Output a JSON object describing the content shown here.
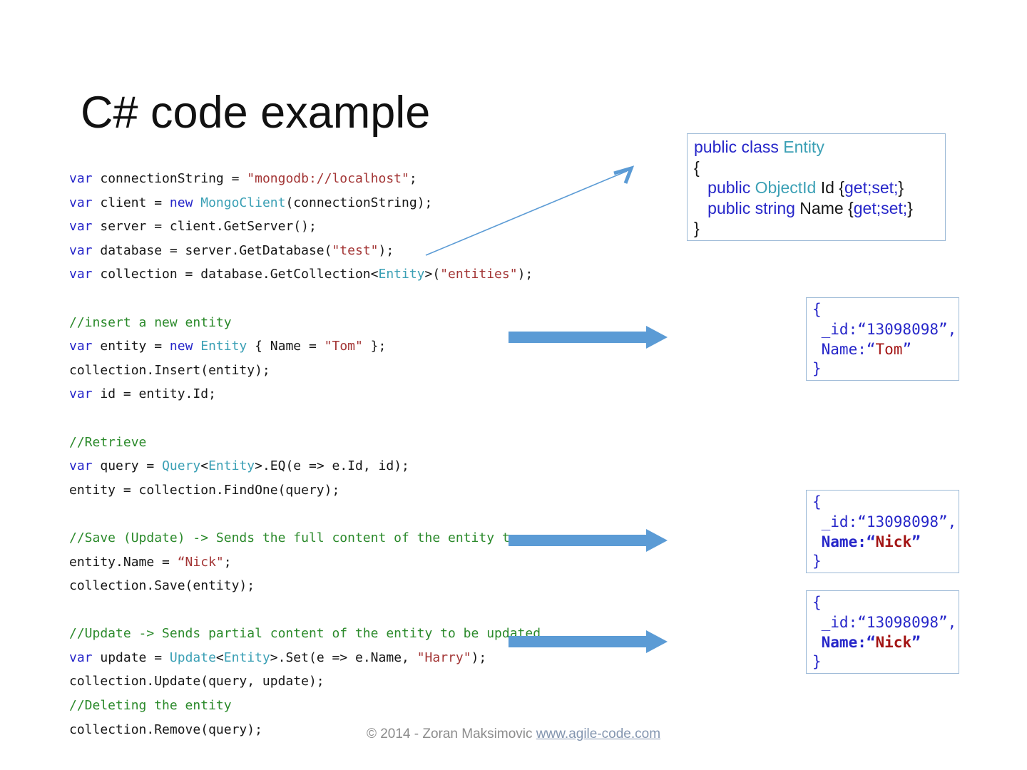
{
  "title": "C# code example",
  "footer": {
    "copyright": "© 2014 - Zoran Maksimovic ",
    "link": "www.agile-code.com"
  },
  "colors": {
    "arrow_blue": "#5B9BD5",
    "box_border_blue": "#9DBAD7",
    "keyword_blue": "#2626C9",
    "type_teal": "#3BA0B5",
    "string_red": "#A33535",
    "comment_green": "#2B8A2B",
    "json_value_red": "#A31515",
    "footer_gray": "#8C8C8C",
    "link_blue_gray": "#8496B0"
  },
  "icons": {
    "entity_pointer_arrow": "thin-line-arrow-up-right",
    "insert_arrow": "thick-right-arrow",
    "save_arrow": "thick-right-arrow",
    "update_arrow": "thick-right-arrow"
  },
  "code_main": {
    "lines": [
      [
        [
          "k",
          "var"
        ],
        [
          "p",
          " connectionString = "
        ],
        [
          "s",
          "\"mongodb://localhost\""
        ],
        [
          "p",
          ";"
        ]
      ],
      [
        [
          "k",
          "var"
        ],
        [
          "p",
          " client = "
        ],
        [
          "k",
          "new"
        ],
        [
          "p",
          " "
        ],
        [
          "t",
          "MongoClient"
        ],
        [
          "p",
          "(connectionString);"
        ]
      ],
      [
        [
          "k",
          "var"
        ],
        [
          "p",
          " server = client.GetServer();"
        ]
      ],
      [
        [
          "k",
          "var"
        ],
        [
          "p",
          " database = server.GetDatabase("
        ],
        [
          "s",
          "\"test\""
        ],
        [
          "p",
          ");"
        ]
      ],
      [
        [
          "k",
          "var"
        ],
        [
          "p",
          " collection = database.GetCollection<"
        ],
        [
          "t",
          "Entity"
        ],
        [
          "p",
          ">("
        ],
        [
          "s",
          "\"entities\""
        ],
        [
          "p",
          ");"
        ]
      ],
      [],
      [
        [
          "c",
          "//insert a new entity"
        ]
      ],
      [
        [
          "k",
          "var"
        ],
        [
          "p",
          " entity = "
        ],
        [
          "k",
          "new"
        ],
        [
          "p",
          " "
        ],
        [
          "t",
          "Entity"
        ],
        [
          "p",
          " { Name = "
        ],
        [
          "s",
          "\"Tom\""
        ],
        [
          "p",
          " };"
        ]
      ],
      [
        [
          "p",
          "collection.Insert(entity);"
        ]
      ],
      [
        [
          "k",
          "var"
        ],
        [
          "p",
          " id = entity.Id;"
        ]
      ],
      [],
      [
        [
          "c",
          "//Retrieve"
        ]
      ],
      [
        [
          "k",
          "var"
        ],
        [
          "p",
          " query = "
        ],
        [
          "t",
          "Query"
        ],
        [
          "p",
          "<"
        ],
        [
          "t",
          "Entity"
        ],
        [
          "p",
          ">.EQ(e => e.Id, id);"
        ]
      ],
      [
        [
          "p",
          "entity = collection.FindOne(query);"
        ]
      ],
      [],
      [
        [
          "c",
          "//Save (Update) -> Sends the full content of the entity t"
        ]
      ],
      [
        [
          "p",
          "entity.Name = "
        ],
        [
          "s",
          "“Nick\""
        ],
        [
          "p",
          ";"
        ]
      ],
      [
        [
          "p",
          "collection.Save(entity);"
        ]
      ],
      [],
      [
        [
          "c",
          "//Update -> Sends partial content of the entity to be updated"
        ]
      ],
      [
        [
          "k",
          "var"
        ],
        [
          "p",
          " update = "
        ],
        [
          "t",
          "Update"
        ],
        [
          "p",
          "<"
        ],
        [
          "t",
          "Entity"
        ],
        [
          "p",
          ">.Set(e => e.Name, "
        ],
        [
          "s",
          "\"Harry\""
        ],
        [
          "p",
          ");"
        ]
      ],
      [
        [
          "p",
          "collection.Update(query, update);"
        ]
      ],
      [
        [
          "c",
          "//Deleting the entity"
        ]
      ],
      [
        [
          "p",
          "collection.Remove(query);"
        ]
      ]
    ]
  },
  "entity_class_box": {
    "lines": [
      [
        [
          "k",
          "public"
        ],
        [
          "p",
          " "
        ],
        [
          "k",
          "class"
        ],
        [
          "p",
          " "
        ],
        [
          "t",
          "Entity"
        ]
      ],
      [
        [
          "p",
          "{"
        ]
      ],
      [
        [
          "p",
          "   "
        ],
        [
          "k",
          "public"
        ],
        [
          "p",
          " "
        ],
        [
          "t",
          "ObjectId"
        ],
        [
          "p",
          " Id {"
        ],
        [
          "k",
          "get;set;"
        ],
        [
          "p",
          "}"
        ]
      ],
      [
        [
          "p",
          "   "
        ],
        [
          "k",
          "public"
        ],
        [
          "p",
          " "
        ],
        [
          "k",
          "string"
        ],
        [
          "p",
          " Name {"
        ],
        [
          "k",
          "get;set;"
        ],
        [
          "p",
          "}"
        ]
      ],
      [
        [
          "p",
          "}"
        ]
      ]
    ]
  },
  "json_boxes": [
    {
      "lines": [
        [
          [
            "j",
            "{"
          ]
        ],
        [
          [
            "j",
            " _id:“13098098”,"
          ]
        ],
        [
          [
            "j",
            " Name:“"
          ],
          [
            "jr",
            "Tom"
          ],
          [
            "j",
            "”"
          ]
        ],
        [
          [
            "j",
            "}"
          ]
        ]
      ]
    },
    {
      "lines": [
        [
          [
            "j",
            "{"
          ]
        ],
        [
          [
            "j",
            " _id:“13098098”,"
          ]
        ],
        [
          [
            "jb",
            " Name:“"
          ],
          [
            "jrb",
            "Nick"
          ],
          [
            "jb",
            "”"
          ]
        ],
        [
          [
            "j",
            "}"
          ]
        ]
      ]
    },
    {
      "lines": [
        [
          [
            "j",
            "{"
          ]
        ],
        [
          [
            "j",
            " _id:“13098098”,"
          ]
        ],
        [
          [
            "jb",
            " Name:“"
          ],
          [
            "jrb",
            "Nick"
          ],
          [
            "jb",
            "”"
          ]
        ],
        [
          [
            "j",
            "}"
          ]
        ]
      ]
    }
  ]
}
